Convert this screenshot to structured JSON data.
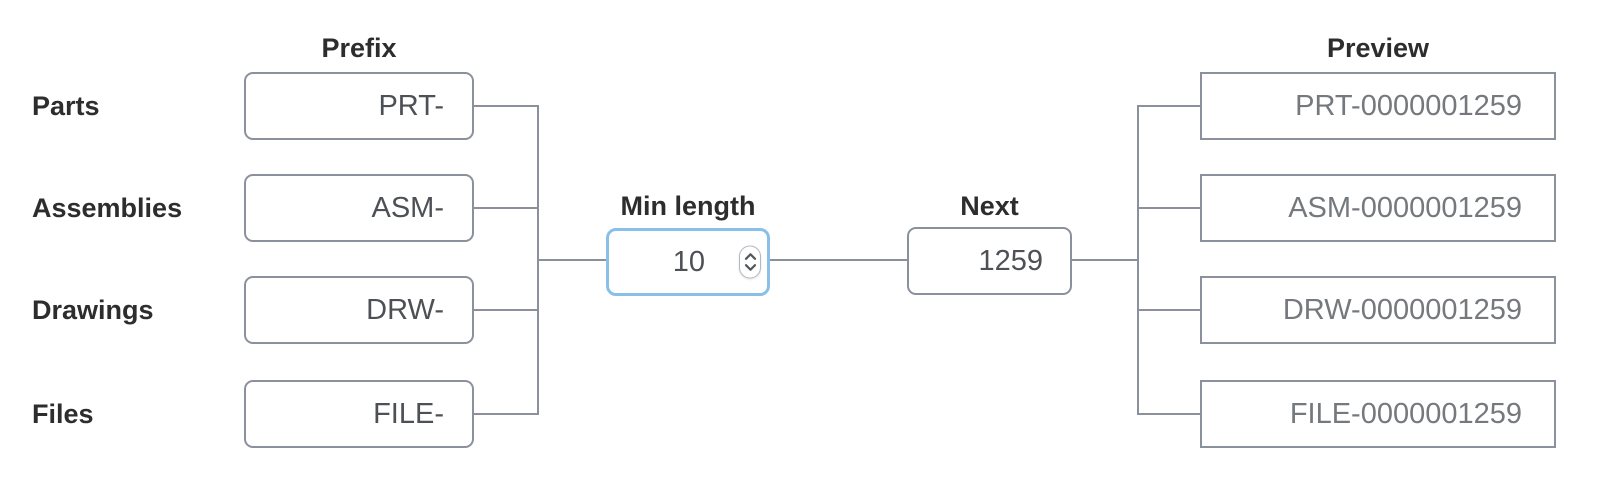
{
  "panel": {
    "columns": {
      "prefix_header": "Prefix",
      "preview_header": "Preview"
    },
    "rows": [
      {
        "label": "Parts",
        "prefix": "PRT-",
        "preview": "PRT-0000001259"
      },
      {
        "label": "Assemblies",
        "prefix": "ASM-",
        "preview": "ASM-0000001259"
      },
      {
        "label": "Drawings",
        "prefix": "DRW-",
        "preview": "DRW-0000001259"
      },
      {
        "label": "Files",
        "prefix": "FILE-",
        "preview": "FILE-0000001259"
      }
    ],
    "min_length": {
      "label": "Min length",
      "value": "10"
    },
    "next": {
      "label": "Next",
      "value": "1259"
    }
  },
  "icons": {
    "stepper_up": "chevron-up-icon",
    "stepper_down": "chevron-down-icon"
  },
  "colors": {
    "background": "#ffffff",
    "box_border": "#8b919c",
    "focus_border": "#88c0ea",
    "connector_line": "#8b919c",
    "label_text": "#2d2d2d",
    "value_text": "#4d5156",
    "preview_text": "#75797e"
  }
}
